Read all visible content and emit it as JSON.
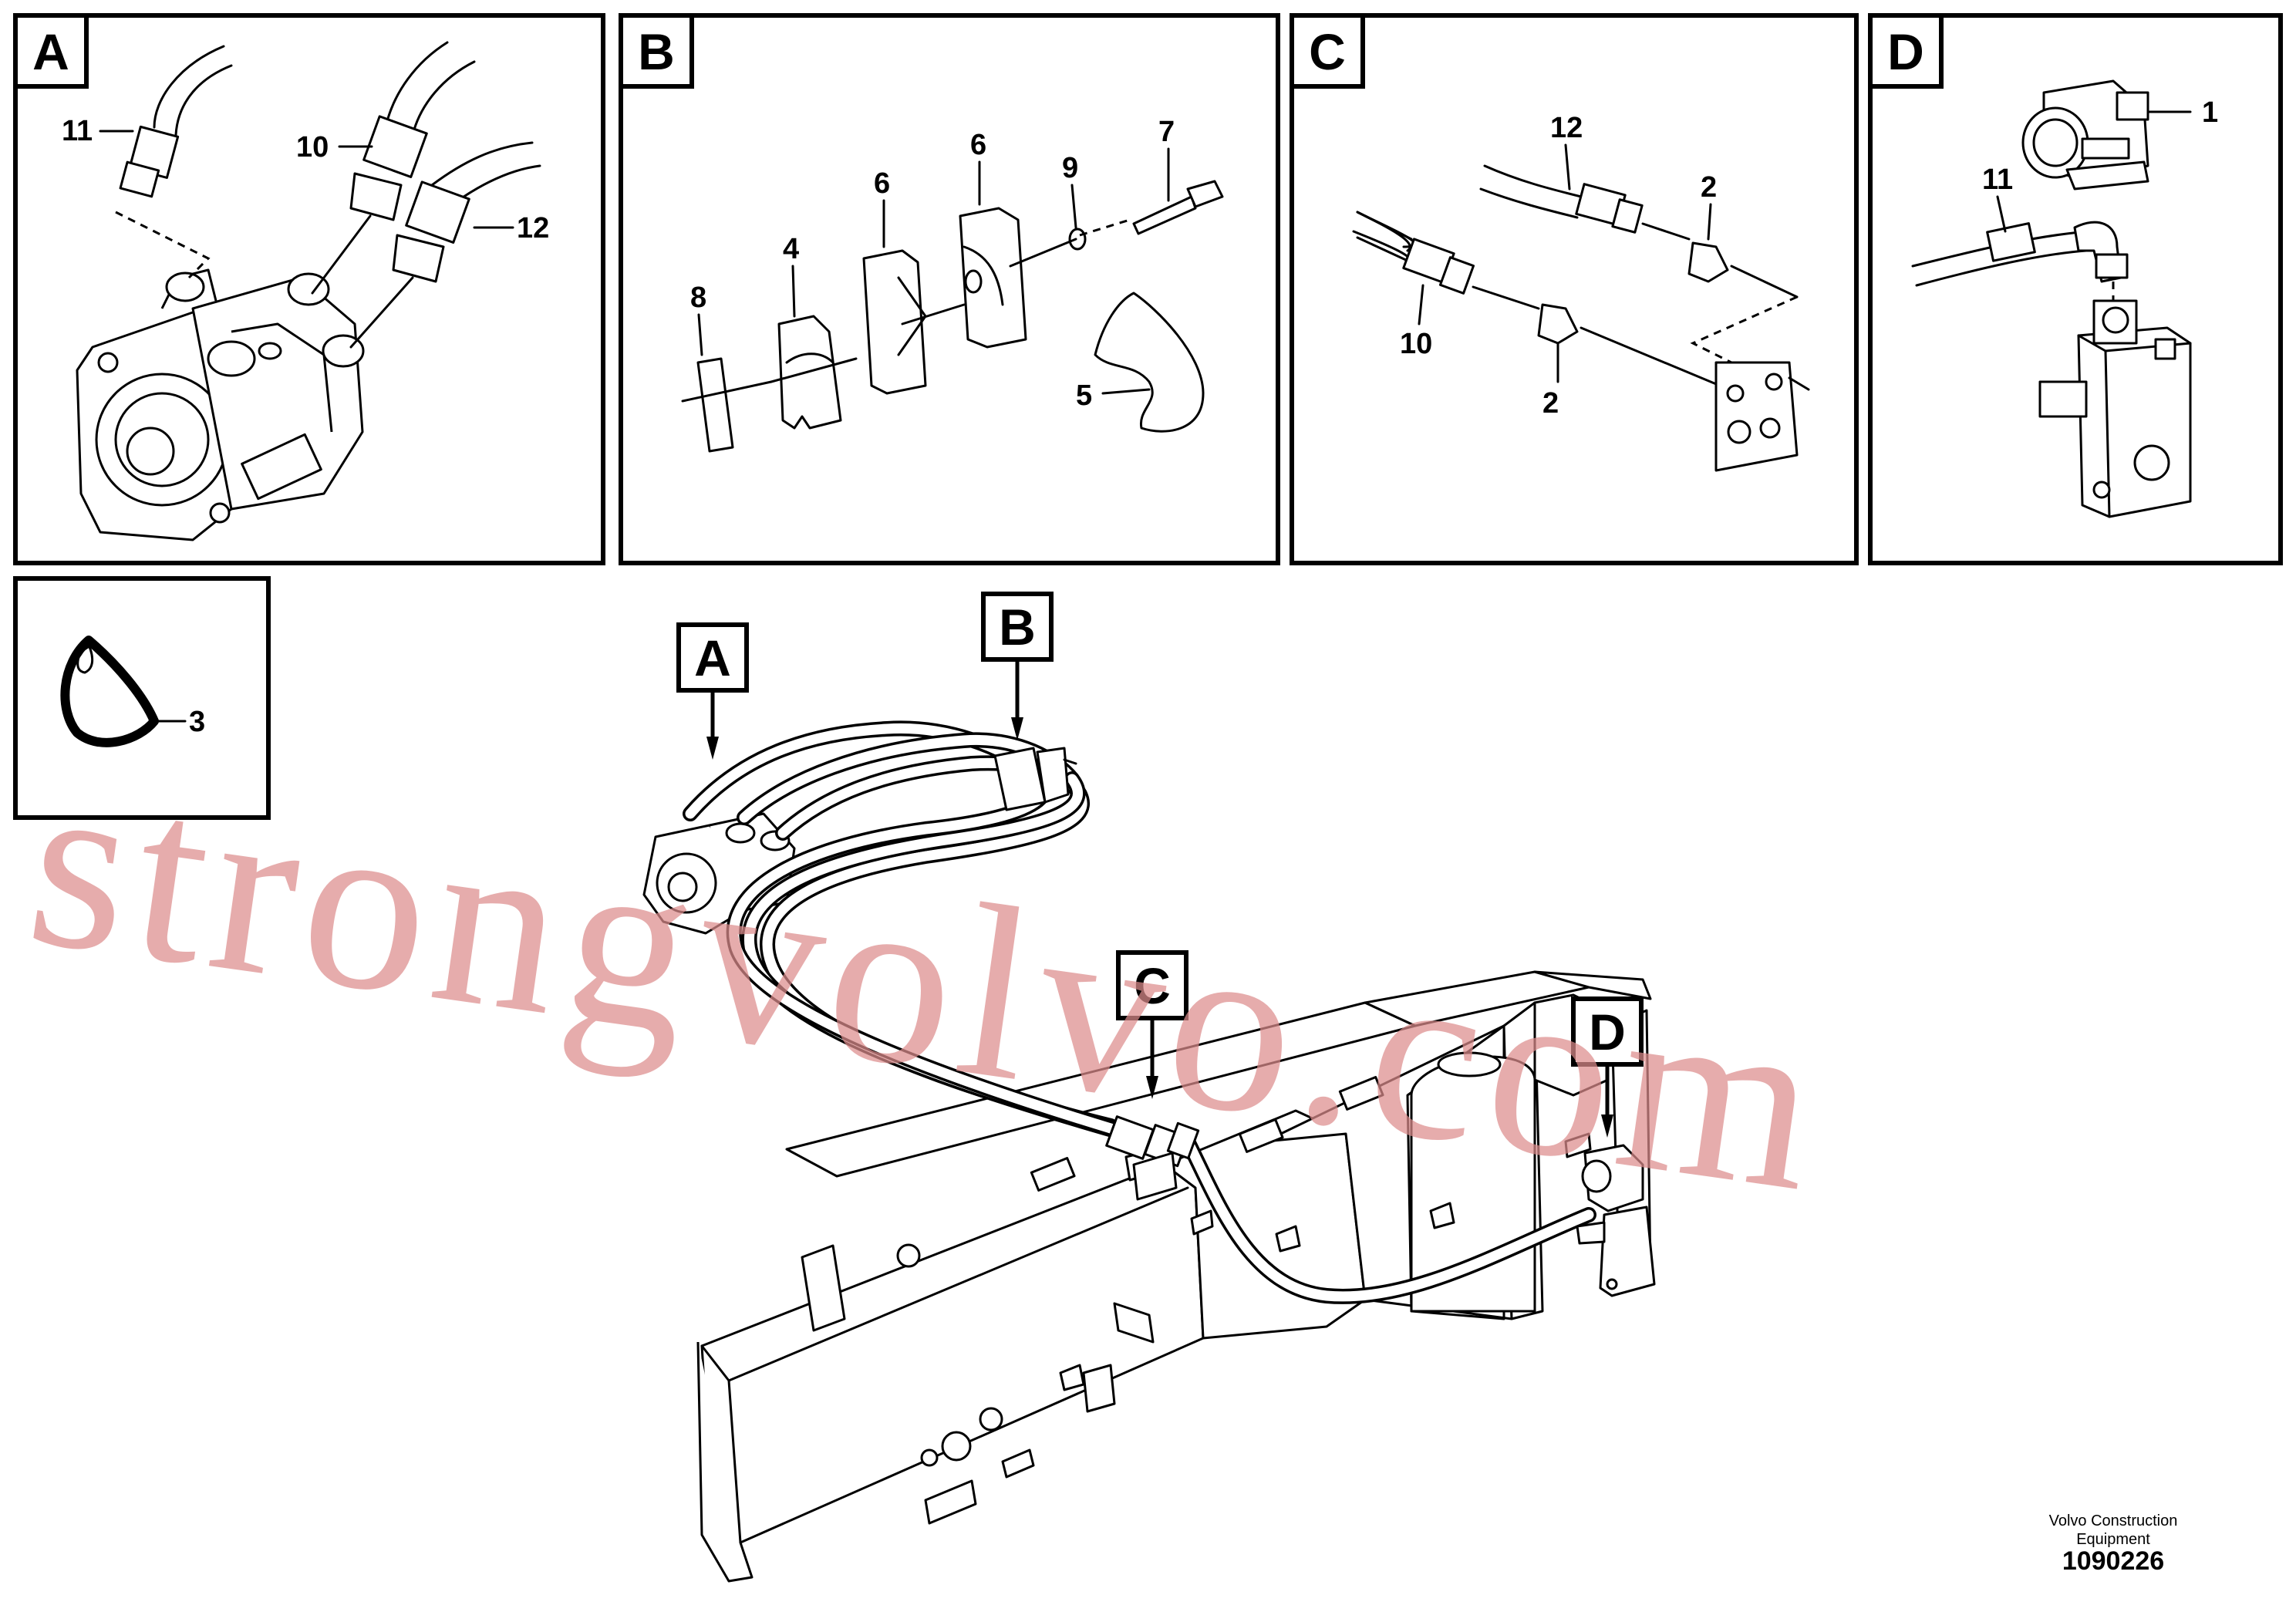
{
  "panels": {
    "A": {
      "letter": "A",
      "callouts": [
        "11",
        "10",
        "12"
      ]
    },
    "B": {
      "letter": "B",
      "callouts": [
        "8",
        "4",
        "6",
        "6",
        "9",
        "7",
        "5"
      ]
    },
    "C": {
      "letter": "C",
      "callouts": [
        "12",
        "2",
        "10",
        "2"
      ]
    },
    "D": {
      "letter": "D",
      "callouts": [
        "1",
        "11"
      ]
    },
    "E": {
      "callouts": [
        "3"
      ]
    }
  },
  "main_view": {
    "labels": [
      "A",
      "B",
      "C",
      "D"
    ]
  },
  "watermark": "strongvolvo.com",
  "footer": {
    "brand": "Volvo Construction\nEquipment",
    "brand_line1": "Volvo Construction",
    "brand_line2": "Equipment",
    "drawing_number": "1090226"
  }
}
